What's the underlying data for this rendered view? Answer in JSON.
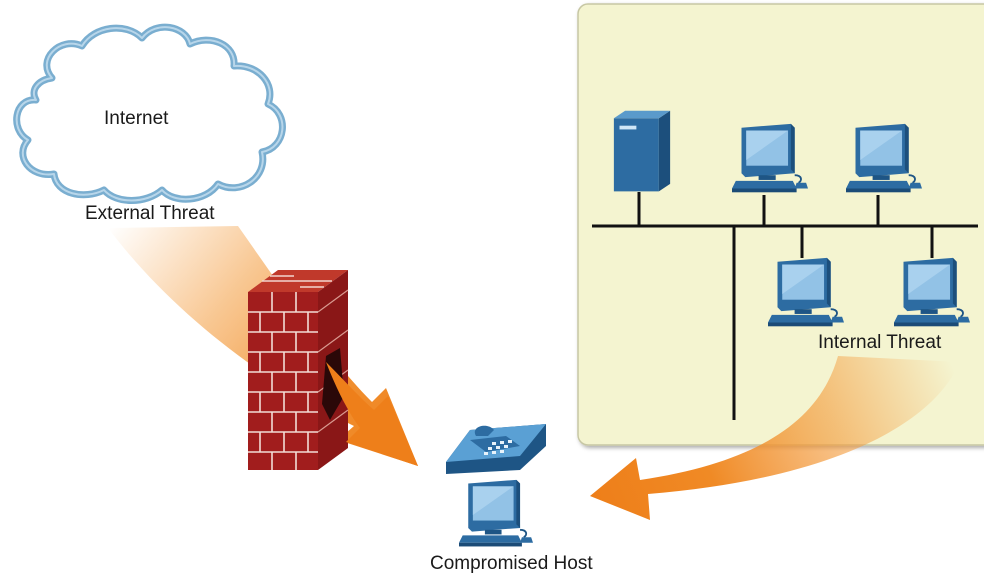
{
  "labels": {
    "internet": "Internet",
    "external_threat": "External Threat",
    "internal_threat": "Internal Threat",
    "compromised_host": "Compromised Host"
  },
  "colors": {
    "internal_network_bg": "#f4f4d0",
    "cloud_stroke": "#7aaed0",
    "firewall_brick": "#a11d1d",
    "device_blue": "#2f6fa5",
    "screen_blue": "#8fc0e3",
    "threat_arrow": "#f39a3a"
  },
  "icons": {
    "cloud": "cloud-icon",
    "firewall": "firewall-icon",
    "server": "server-icon",
    "workstation": "workstation-icon",
    "ip_phone": "ip-phone-icon"
  }
}
